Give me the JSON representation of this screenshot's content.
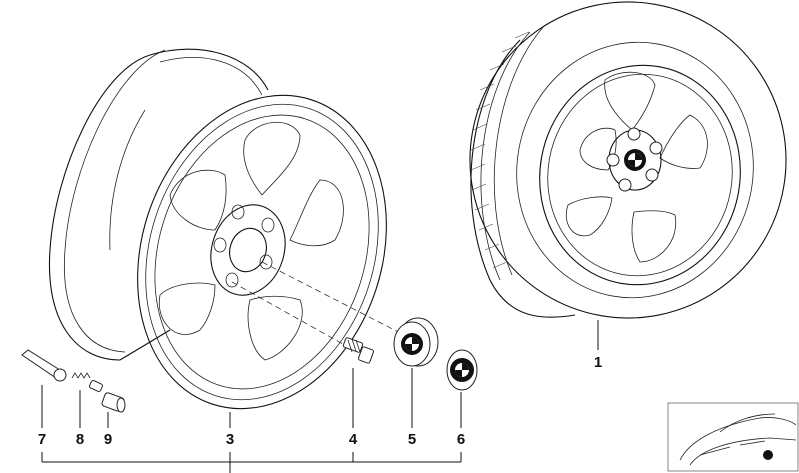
{
  "callouts": {
    "c1": "1",
    "c3": "3",
    "c4": "4",
    "c5": "5",
    "c6": "6",
    "c7": "7",
    "c8": "8",
    "c9": "9"
  },
  "icons": {
    "emblem": "bmw-roundel-icon",
    "thumbnail": "car-thumbnail-icon"
  },
  "colors": {
    "line": "#111111",
    "background": "#ffffff"
  }
}
